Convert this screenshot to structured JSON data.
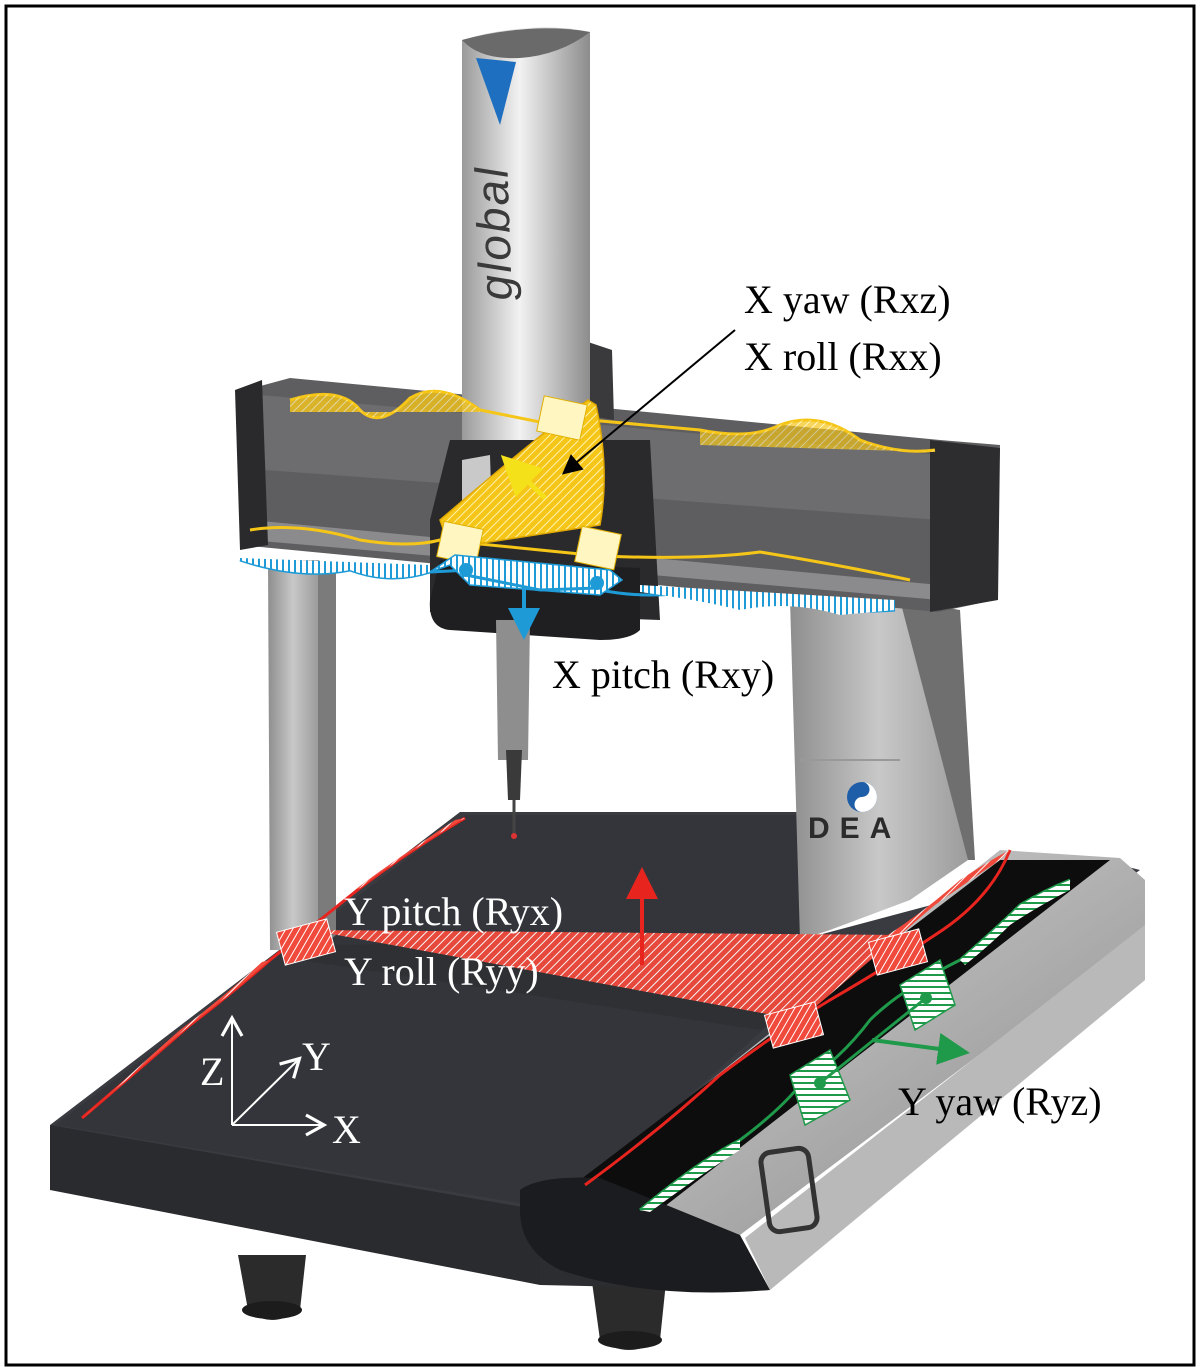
{
  "labels": {
    "x_yaw": "X yaw (Rxz)",
    "x_roll": "X roll (Rxx)",
    "x_pitch": "X pitch (Rxy)",
    "y_pitch": "Y pitch (Ryx)",
    "y_roll": "Y roll (Ryy)",
    "y_yaw": "Y yaw (Ryz)"
  },
  "axes": {
    "x": "X",
    "y": "Y",
    "z": "Z"
  },
  "brand": {
    "column_text": "global",
    "logo_text": "DEA"
  },
  "colors": {
    "x_yaw_roll": "#f5c518",
    "x_pitch": "#1e9bd7",
    "y_pitch_roll": "#e8241f",
    "y_yaw": "#1f9a4a",
    "machine_dark": "#2e2f33",
    "machine_gray": "#8a8a8a"
  }
}
